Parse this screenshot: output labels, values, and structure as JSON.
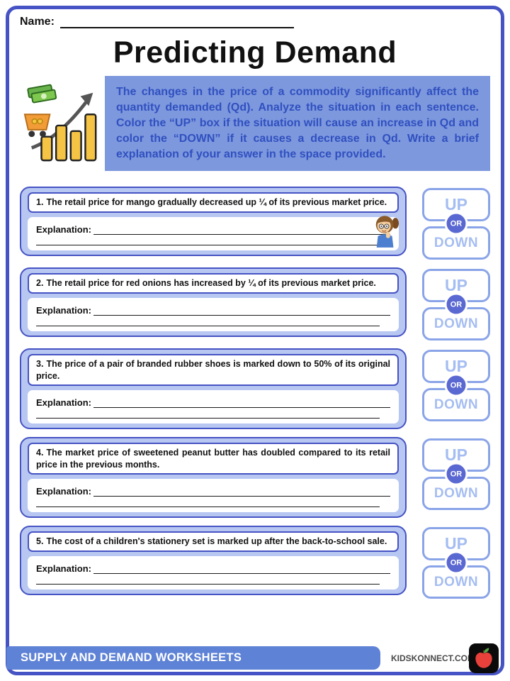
{
  "header": {
    "name_label": "Name:",
    "title": "Predicting Demand"
  },
  "instructions": {
    "text": "The changes in the price of a commodity significantly affect the quantity demanded (Qd). Analyze the situation in each sentence. Color the “UP” box if the situation will cause an increase in Qd and color the “DOWN” if it causes a decrease in Qd. Write a brief explanation of your answer in the space provided."
  },
  "labels": {
    "explanation": "Explanation:",
    "up": "UP",
    "or": "OR",
    "down": "DOWN"
  },
  "questions": [
    {
      "number": "1.",
      "text": "The retail price for mango gradually decreased up ¼ of its previous market price."
    },
    {
      "number": "2.",
      "text": "The retail price for red onions has increased by ¼ of its previous market price."
    },
    {
      "number": "3.",
      "text": "The price of a pair of branded rubber shoes is marked down to 50% of its original price."
    },
    {
      "number": "4.",
      "text": "The market price of sweetened peanut butter has doubled compared to its retail price in the previous months."
    },
    {
      "number": "5.",
      "text": "The cost of a children's stationery set is marked up after the back-to-school sale."
    }
  ],
  "footer": {
    "series_title": "SUPPLY AND DEMAND WORKSHEETS",
    "site": "KIDSKONNECT.COM"
  },
  "icons": {
    "illustration": "growth-chart-money-cart",
    "helper": "thinking-girl",
    "logo": "apple-logo"
  },
  "colors": {
    "border_blue": "#4653c4",
    "card_fill": "#b7c7f2",
    "instruction_bg": "#7d98dd",
    "instruction_text": "#3050c0",
    "updown_text": "#a5bdf2",
    "or_circle": "#5a68d2",
    "footer_bar": "#5e82d6"
  }
}
